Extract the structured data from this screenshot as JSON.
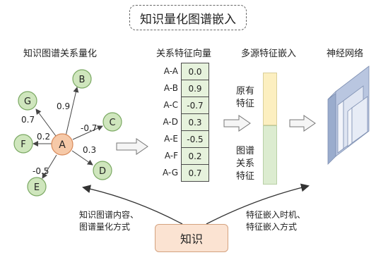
{
  "title": "知识量化图谱嵌入",
  "sections": {
    "graph": "知识图谱关系量化",
    "vector": "关系特征向量",
    "fusion": "多源特征嵌入",
    "network": "神经网络"
  },
  "graph": {
    "center": "A",
    "nodes": [
      "A",
      "B",
      "C",
      "D",
      "E",
      "F",
      "G"
    ],
    "edges": [
      {
        "from": "A",
        "to": "B",
        "weight": "0.9"
      },
      {
        "from": "A",
        "to": "C",
        "weight": "-0.7"
      },
      {
        "from": "A",
        "to": "D",
        "weight": "0.3"
      },
      {
        "from": "A",
        "to": "E",
        "weight": "-0.5"
      },
      {
        "from": "A",
        "to": "F",
        "weight": "0.2"
      },
      {
        "from": "A",
        "to": "G",
        "weight": "0.7"
      }
    ]
  },
  "vector": {
    "rows": [
      {
        "label": "A-A",
        "value": "0.0"
      },
      {
        "label": "A-B",
        "value": "0.9"
      },
      {
        "label": "A-C",
        "value": "-0.7"
      },
      {
        "label": "A-D",
        "value": "0.3"
      },
      {
        "label": "A-E",
        "value": "-0.5"
      },
      {
        "label": "A-F",
        "value": "0.2"
      },
      {
        "label": "A-G",
        "value": "0.7"
      }
    ]
  },
  "fusion": {
    "original_line1": "原有",
    "original_line2": "特征",
    "graph_line1": "图谱",
    "graph_line2": "关系",
    "graph_line3": "特征"
  },
  "knowledge": "知识",
  "notes": {
    "left_line1": "知识图谱内容、",
    "left_line2": "图谱量化方式",
    "right_line1": "特征嵌入时机、",
    "right_line2": "特征嵌入方式"
  },
  "colors": {
    "node_fill": "#cfe6bd",
    "node_stroke": "#7aa862",
    "center_fill": "#f6c9a8",
    "center_stroke": "#d88a5a",
    "vector_fill": "#e6f2dc",
    "original_feature": "#fcefc0",
    "graph_feature": "#dcecd0",
    "network_fill": "#b9c6e0",
    "knowledge_fill": "#fbe3d2"
  }
}
